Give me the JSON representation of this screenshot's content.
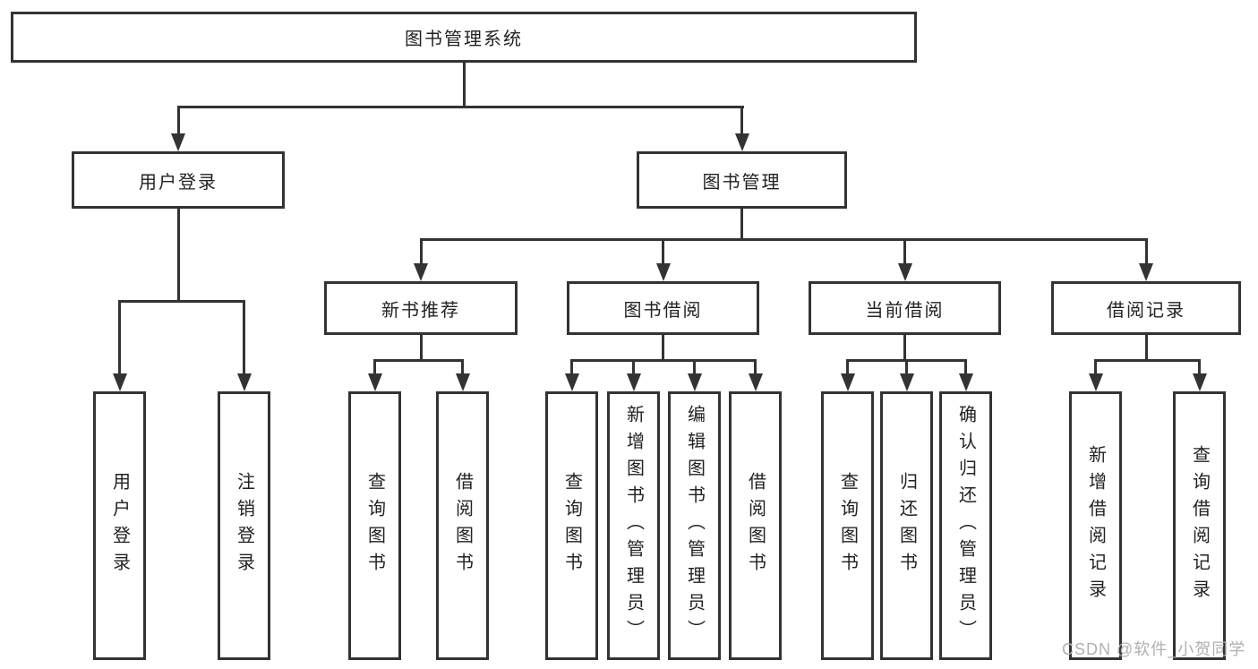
{
  "tree": {
    "root": "图书管理系统",
    "children": [
      {
        "label": "用户登录",
        "leaves": [
          "用户登录",
          "注销登录"
        ]
      },
      {
        "label": "图书管理",
        "children": [
          {
            "label": "新书推荐",
            "leaves": [
              "查询图书",
              "借阅图书"
            ]
          },
          {
            "label": "图书借阅",
            "leaves": [
              "查询图书",
              "新增图书（管理员）",
              "编辑图书（管理员）",
              "借阅图书"
            ]
          },
          {
            "label": "当前借阅",
            "leaves": [
              "查询图书",
              "归还图书",
              "确认归还（管理员）"
            ]
          },
          {
            "label": "借阅记录",
            "leaves": [
              "新增借阅记录",
              "查询借阅记录"
            ]
          }
        ]
      }
    ]
  },
  "watermark": {
    "text": "CSDN @软件_小贺同学"
  },
  "colors": {
    "line": "#333333",
    "text": "#222222",
    "background": "#ffffff",
    "watermark": "#b0b0b0"
  }
}
